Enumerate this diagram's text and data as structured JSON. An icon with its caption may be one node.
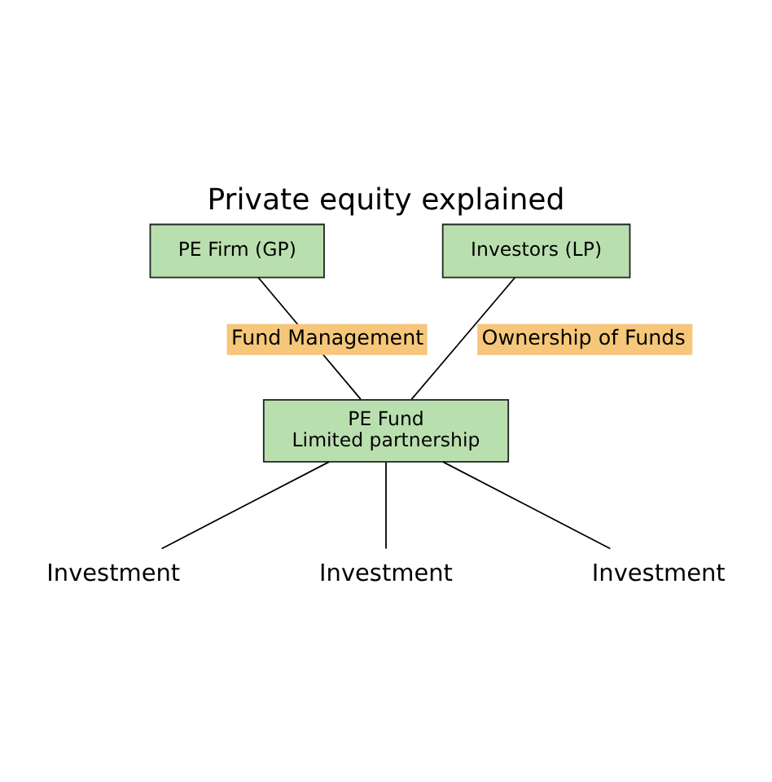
{
  "diagram": {
    "title": "Private equity explained",
    "nodes": [
      {
        "text": [
          "PE Firm (GP)"
        ]
      },
      {
        "text": [
          "Investors (LP)"
        ]
      },
      {
        "text": [
          "PE Fund",
          "Limited partnership"
        ]
      },
      {
        "text": [
          "Investment"
        ]
      },
      {
        "text": [
          "Investment"
        ]
      },
      {
        "text": [
          "Investment"
        ]
      }
    ],
    "edges": [
      {
        "from": 0,
        "to": 2,
        "arrow": "none",
        "label": "Fund Management"
      },
      {
        "from": 1,
        "to": 2,
        "arrow": "none",
        "label": "Ownership of Funds"
      },
      {
        "from": 2,
        "to": 3,
        "arrow": "none"
      },
      {
        "from": 2,
        "to": 4,
        "arrow": "none"
      },
      {
        "from": 2,
        "to": 5,
        "arrow": "none"
      }
    ]
  }
}
